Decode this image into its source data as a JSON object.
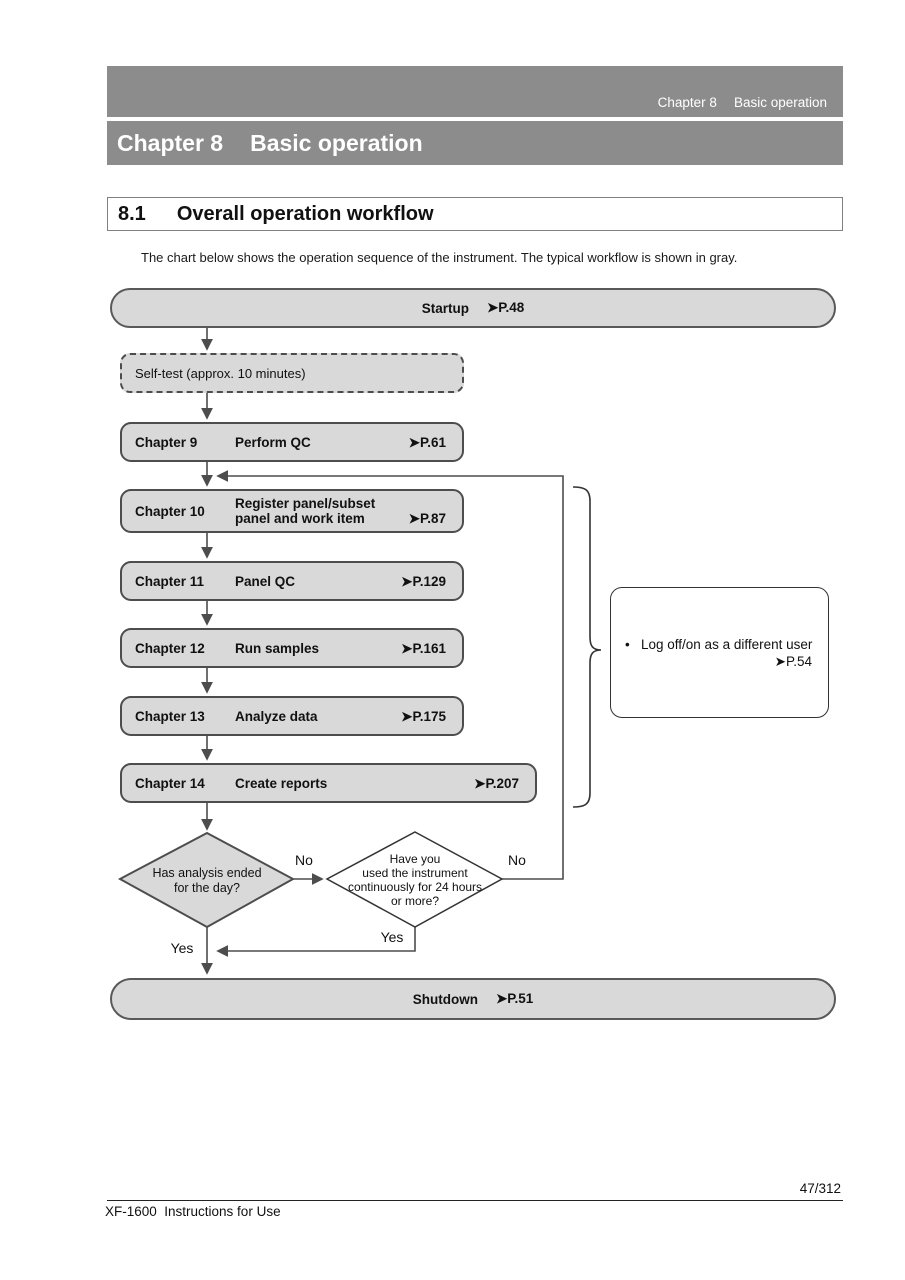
{
  "header": {
    "running": {
      "chapter": "Chapter 8",
      "title": "Basic operation"
    },
    "banner": {
      "chapter": "Chapter 8",
      "title": "Basic operation"
    }
  },
  "section": {
    "number": "8.1",
    "title": "Overall operation workflow"
  },
  "intro": "The chart below shows the operation sequence of the instrument. The typical workflow is shown in gray.",
  "flowchart": {
    "startup": {
      "label": "Startup",
      "page_ref": "➤P.48"
    },
    "self_test": {
      "label": "Self-test (approx. 10 minutes)"
    },
    "steps": [
      {
        "chapter": "Chapter 9",
        "title": "Perform QC",
        "page_ref": "➤P.61"
      },
      {
        "chapter": "Chapter 10",
        "title": "Register panel/subset panel and work item",
        "page_ref": "➤P.87"
      },
      {
        "chapter": "Chapter 11",
        "title": "Panel QC",
        "page_ref": "➤P.129"
      },
      {
        "chapter": "Chapter 12",
        "title": "Run samples",
        "page_ref": "➤P.161"
      },
      {
        "chapter": "Chapter 13",
        "title": "Analyze data",
        "page_ref": "➤P.175"
      },
      {
        "chapter": "Chapter 14",
        "title": "Create reports",
        "page_ref": "➤P.207"
      }
    ],
    "decision_analysis": {
      "text": "Has analysis ended\nfor the day?"
    },
    "decision_24h": {
      "text": "Have you\nused the instrument\ncontinuously for 24 hours\nor more?"
    },
    "labels": {
      "no_analysis": "No",
      "no_24h": "No",
      "yes_24h": "Yes",
      "yes_analysis": "Yes"
    },
    "side_note": {
      "bullet": "•",
      "label": "Log off/on as a different user",
      "page_ref": "➤P.54"
    },
    "shutdown": {
      "label": "Shutdown",
      "page_ref": "➤P.51"
    }
  },
  "footer": {
    "page_number": "47/312",
    "doc_title": "XF-1600  Instructions for Use"
  },
  "colors": {
    "header_gray": "#8c8c8c",
    "box_fill": "#d9d9d9",
    "box_border": "#4d4d4d",
    "connector": "#4d4d4d",
    "text": "#111111"
  }
}
